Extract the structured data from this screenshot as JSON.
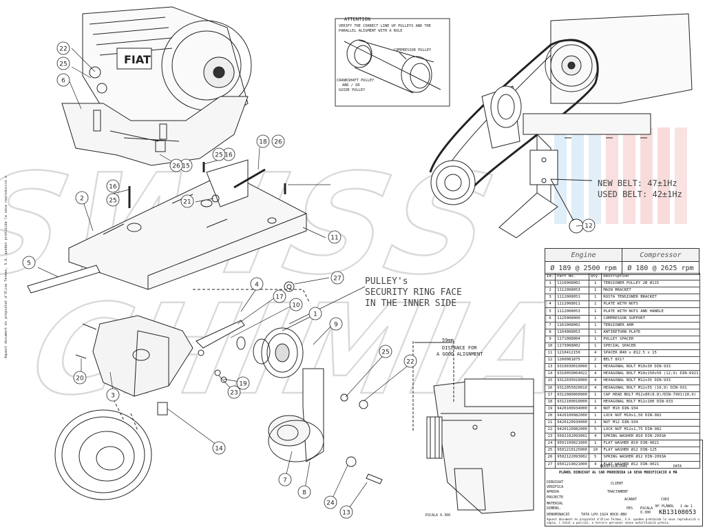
{
  "attention": {
    "title": "ATTENTION",
    "line1": "VERIFY THE CORRECT LINE UP PULLEYS AND THE",
    "line2": "PARALLEL ALIGMENT WITH A RULE",
    "compressor_pulley": "COMPRESSOR PULLEY",
    "crank1": "CRANKSHAFT PULLEY",
    "crank2": "AND / OR",
    "crank3": "GUIDE PULLEY"
  },
  "belt": {
    "new": "NEW BELT: 47±1Hz",
    "used": "USED BELT: 42±1Hz"
  },
  "pulley_note": {
    "l1": "PULLEY's",
    "l2": "SECURITY RING FACE",
    "l3": "IN THE INNER SIDE"
  },
  "alignment": {
    "dist": "59mm",
    "l1": "DISTANCE FOR",
    "l2": "A GOOD ALIGNMENT",
    "scale": "ESCALA 0.300"
  },
  "engine_label": "FIAT",
  "callouts": [
    "22",
    "25",
    "6",
    "18",
    "26",
    "16",
    "25",
    "15",
    "26",
    "16",
    "25",
    "21",
    "2",
    "11",
    "5",
    "27",
    "4",
    "17",
    "10",
    "1",
    "9",
    "25",
    "22",
    "20",
    "3",
    "19",
    "23",
    "14",
    "7",
    "8",
    "24",
    "13",
    "12"
  ],
  "speed_table": {
    "h1": "Engine",
    "h2": "Compressor",
    "v1": "Ø 189 @ 2500 rpm",
    "v2": "Ø 180 @ 2625 rpm"
  },
  "parts_header": [
    "Id.",
    "Part No.",
    "Qty.",
    "Description"
  ],
  "parts": [
    [
      "1",
      "1116008002",
      "1",
      "TENSIONER PULLEY 2B Ø115"
    ],
    [
      "2",
      "1112008053",
      "1",
      "MAIN BRACKET"
    ],
    [
      "3",
      "1112008051",
      "1",
      "ROSTA TENSIONER BRACKET"
    ],
    [
      "4",
      "1112008011",
      "1",
      "PLATE WITH NUTS"
    ],
    [
      "5",
      "1112008053",
      "1",
      "PLATE WITH NUTS AND HANDLE"
    ],
    [
      "6",
      "1125008000",
      "1",
      "COMPRESSOR SUPPORT"
    ],
    [
      "7",
      "1161008002",
      "1",
      "TENSIONER ARM"
    ],
    [
      "8",
      "1164008053",
      "1",
      "ANTIRETURN PLATE"
    ],
    [
      "9",
      "1171008004",
      "1",
      "PULLEY SPACER"
    ],
    [
      "10",
      "1173008002",
      "1",
      "SPECIAL SPACER"
    ],
    [
      "11",
      "1210412150",
      "4",
      "SPACER Ø40 x Ø12.5 x 15"
    ],
    [
      "12",
      "1260081875",
      "2",
      "BELT 8X1?"
    ],
    [
      "13",
      "9310030010000",
      "1",
      "HEXAGONAL BOLT M10x30 DIN-933"
    ],
    [
      "14",
      "9310050064022",
      "4",
      "HEXAGONAL BOLT M10x150x50 (12,9) DIN-6921"
    ],
    [
      "15",
      "9312035010000",
      "4",
      "HEXAGONAL BOLT M12x35 DIN-933"
    ],
    [
      "16",
      "9312055020010",
      "4",
      "HEXAGONAL BOLT M12x55 (10,9) DIN-931"
    ],
    [
      "17",
      "9312080060000",
      "1",
      "CAP HEAD BOLT M12x80(8.8)/DIN-7991(10,9)"
    ],
    [
      "18",
      "9312100010000",
      "1",
      "HEXAGONAL BOLT M12x100 DIN-933"
    ],
    [
      "19",
      "9420100934000",
      "4",
      "NUT M10 DIN-934"
    ],
    [
      "20",
      "9420100982000",
      "1",
      "LOCK NUT M10x1,50 DIN-982"
    ],
    [
      "21",
      "9420120934000",
      "1",
      "NUT M12 DIN-934"
    ],
    [
      "22",
      "9420120982000",
      "5",
      "LOCK NUT M12x1,75 DIN-982"
    ],
    [
      "23",
      "9502102093002",
      "4",
      "SPRING WASHER Ø10 DIN-2093A"
    ],
    [
      "24",
      "9501109021000",
      "1",
      "FLAT WASHER Ø10 DIN-9021"
    ],
    [
      "25",
      "9501210125000",
      "10",
      "FLAT WASHER Ø12 DIN-125"
    ],
    [
      "26",
      "9502122093002",
      "5",
      "SPRING WASHER Ø12 DIN-2093A"
    ],
    [
      "27",
      "9501219021000",
      "4",
      "FLAT WASHER Ø12 DIN-9021"
    ]
  ],
  "title_block": {
    "mods": "MODIFICACIONS",
    "data": "DATA",
    "dibuixat": "DIBUIXAT",
    "verifica": "VERIFICA",
    "aprova": "APROVA",
    "projecte": "PROJECTE",
    "material": "MATERIAL",
    "dimens": "DIMENS.",
    "denominacio": "DENOMINACIÓ",
    "denom_value": "TATA LPO-1924 BOCK-8BO",
    "pes": "PES",
    "escala": "ESCALA",
    "escala_val": "0.300",
    "plano_label": "Nº PLÀNOL",
    "sheet": "1 de 1",
    "plano": "KB13108053",
    "client": "CLIENT",
    "tractament": "TRACTAMENT",
    "acabat": "ACABAT",
    "codi": "CODI",
    "warning": "PLÀNOL DIBUIXAT AL CAD PROHIBIDA LA SEVA MODIFICACIÓ A MÀ",
    "foot1": "Aquest document és propietat d'Olive Termas, S.A. queden prohibida la seva reproducció o",
    "foot2": "còpia, i total o parcial, a tercers persones sense autorització prèvia."
  },
  "watermark": "SWISS CHIMIA"
}
